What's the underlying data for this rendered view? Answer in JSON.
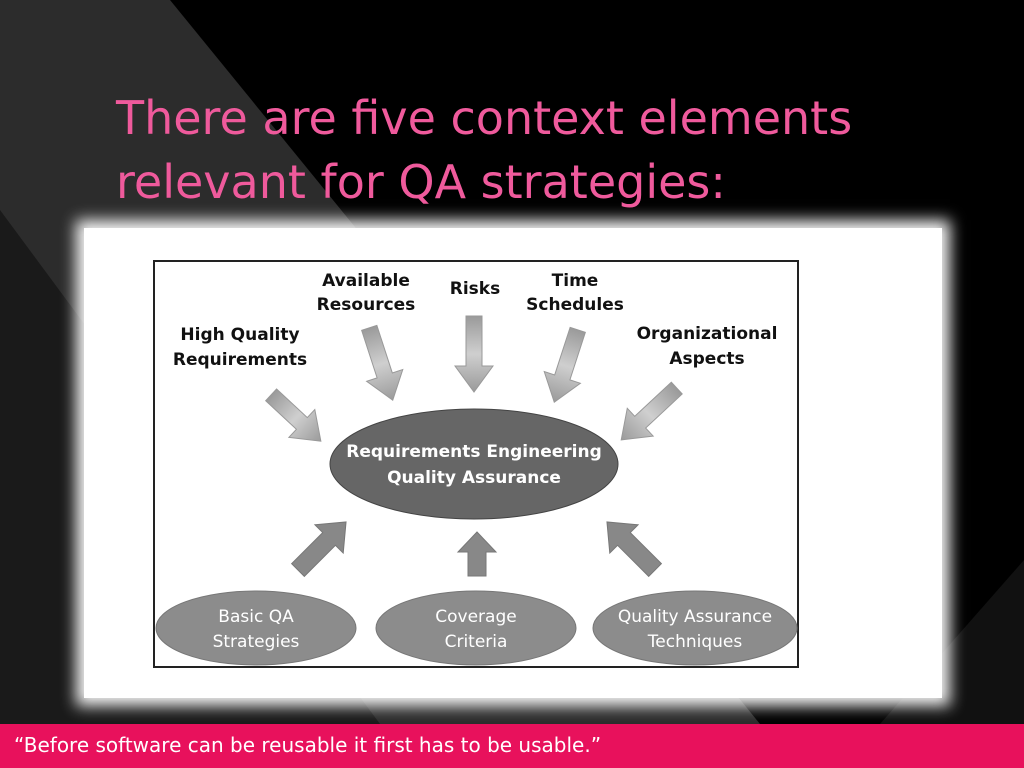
{
  "slide": {
    "title_line1": "There are five context elements",
    "title_line2": "relevant for QA strategies:",
    "quote": "“Before software can be reusable it first has to be usable.”"
  },
  "diagram": {
    "center": [
      "Requirements Engineering",
      "Quality Assurance"
    ],
    "inputs": [
      {
        "lines": [
          "High Quality",
          "Requirements"
        ]
      },
      {
        "lines": [
          "Available",
          "Resources"
        ]
      },
      {
        "lines": [
          "Risks"
        ]
      },
      {
        "lines": [
          "Time",
          "Schedules"
        ]
      },
      {
        "lines": [
          "Organizational",
          "Aspects"
        ]
      }
    ],
    "outputs": [
      {
        "lines": [
          "Basic QA",
          "Strategies"
        ]
      },
      {
        "lines": [
          "Coverage",
          "Criteria"
        ]
      },
      {
        "lines": [
          "Quality Assurance",
          "Techniques"
        ]
      }
    ]
  },
  "colors": {
    "title": "#ef5a9c",
    "footer": "#e8115c",
    "center_ellipse": "#666666",
    "outer_ellipse": "#8c8c8c",
    "arrow": "#b3b3b3"
  }
}
